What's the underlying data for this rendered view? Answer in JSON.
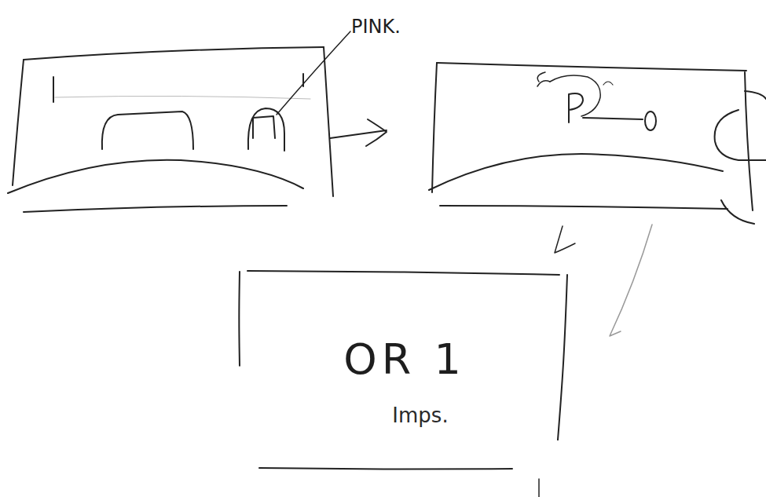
{
  "diagram": {
    "nodes": [
      {
        "text": [
          "OR 1",
          "Imps."
        ]
      }
    ],
    "labels": [
      "PINK."
    ]
  }
}
